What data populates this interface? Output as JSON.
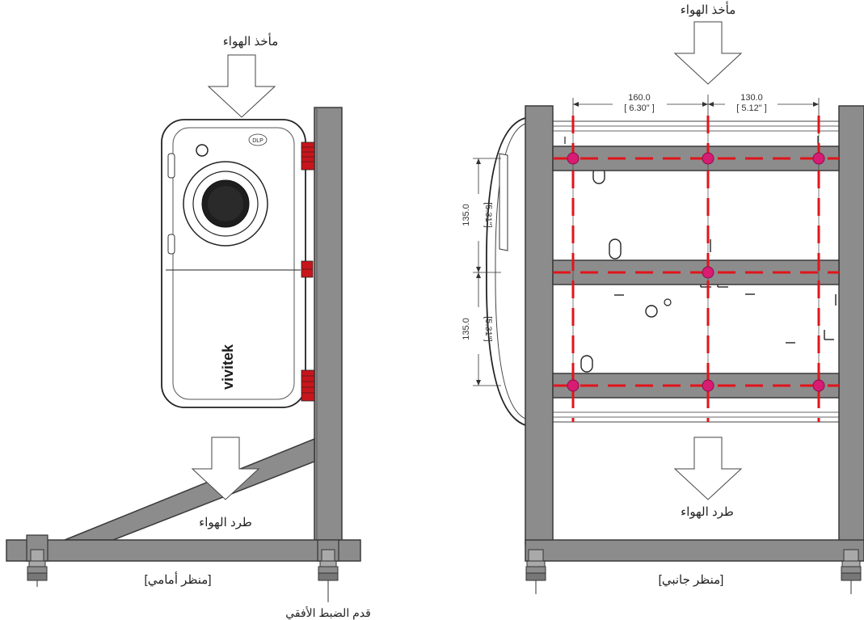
{
  "front_view": {
    "air_intake_label": "مأخذ الهواء",
    "air_exhaust_label": "طرد الهواء",
    "caption": "[منظر أمامي]",
    "adjust_foot_label": "قدم الضبط الأفقي",
    "brand_logo": "vivitek",
    "dlp_badge": "DLP"
  },
  "side_view": {
    "air_intake_label": "مأخذ الهواء",
    "air_exhaust_label": "طرد الهواء",
    "caption": "[منظر جانبي]",
    "dims": {
      "horizontal_1_value": "160.0",
      "horizontal_1_inch": "[ 6.30\" ]",
      "horizontal_2_value": "130.0",
      "horizontal_2_inch": "[ 5.12\" ]",
      "vertical_1_value": "135.0",
      "vertical_1_inch": "[5.31\"]",
      "vertical_2_value": "135.0",
      "vertical_2_inch": "[5.31\"]"
    }
  },
  "colors": {
    "frame_fill": "#8c8c8c",
    "frame_stroke": "#3a3a3a",
    "guide_red": "#e2141b",
    "mount_point": "#d81b73",
    "foot_red": "#c8141b"
  }
}
